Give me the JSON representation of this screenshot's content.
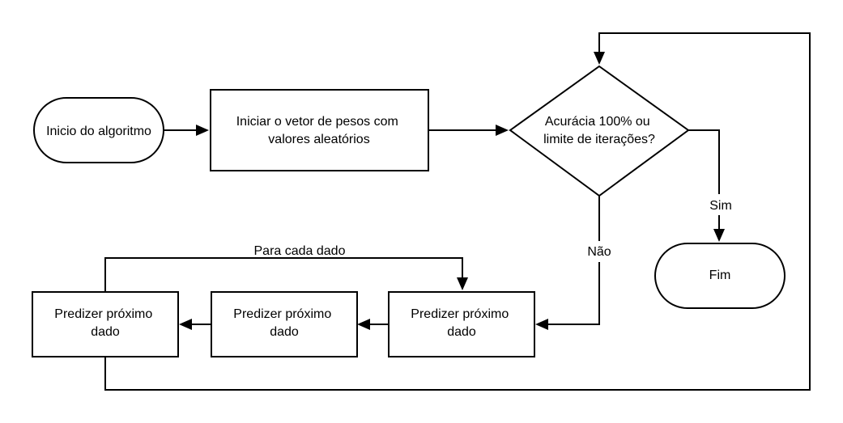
{
  "diagram": {
    "nodes": {
      "start": {
        "lines": [
          "Inicio do algoritmo"
        ]
      },
      "init": {
        "lines": [
          "Iniciar o vetor de pesos com",
          "valores aleatórios"
        ]
      },
      "decision": {
        "lines": [
          "Acurácia 100% ou",
          "limite de iterações?"
        ]
      },
      "end": {
        "lines": [
          "Fim"
        ]
      },
      "predict_1": {
        "lines": [
          "Predizer próximo",
          "dado"
        ]
      },
      "predict_2": {
        "lines": [
          "Predizer próximo",
          "dado"
        ]
      },
      "predict_3": {
        "lines": [
          "Predizer próximo",
          "dado"
        ]
      }
    },
    "edge_labels": {
      "yes": "Sim",
      "no": "Não",
      "loop": "Para cada dado"
    }
  },
  "colors": {
    "stroke": "#000000",
    "fill": "#ffffff",
    "background": "#ffffff"
  }
}
